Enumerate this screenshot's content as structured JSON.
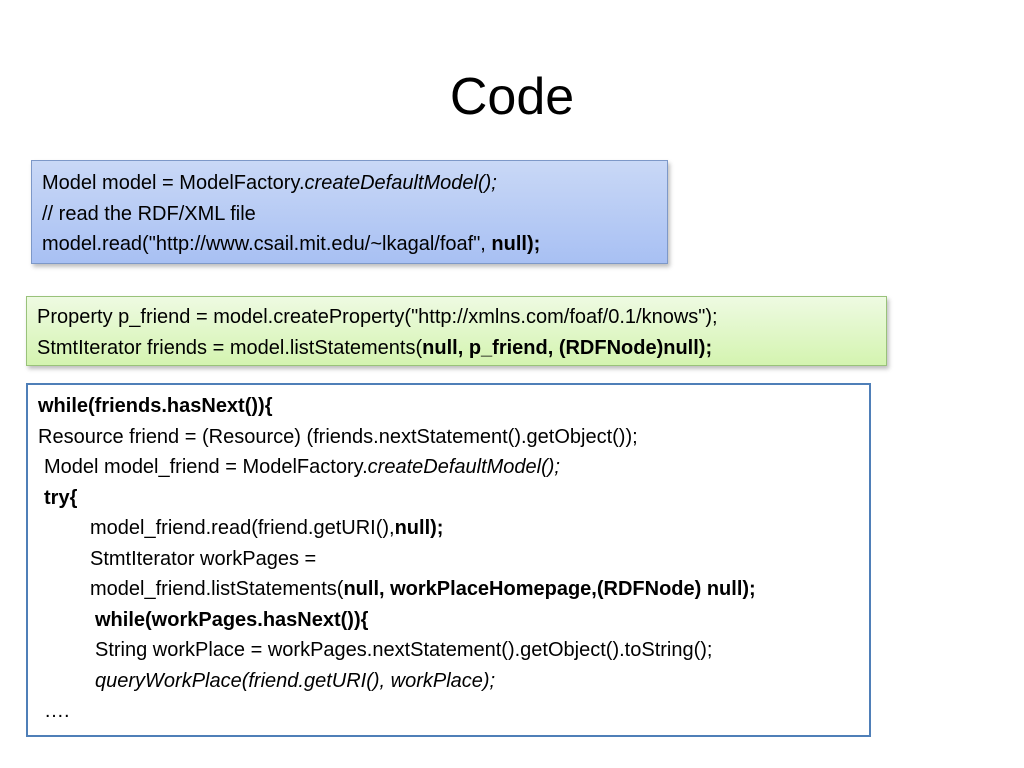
{
  "slide": {
    "title": "Code"
  },
  "box1": {
    "l1_a": "Model model = ModelFactory.",
    "l1_b": "createDefaultModel();",
    "l2": "// read the RDF/XML file",
    "l3_a": "model.read(\"http://www.csail.mit.edu/~lkagal/foaf\", ",
    "l3_b": "null);"
  },
  "box2": {
    "l1": "Property p_friend = model.createProperty(\"http://xmlns.com/foaf/0.1/knows\");",
    "l2_a": "StmtIterator friends = model.listStatements(",
    "l2_b": "null, p_friend, (RDFNode)null);"
  },
  "box3": {
    "l1": "while(friends.hasNext()){",
    "l2": "Resource friend = (Resource) (friends.nextStatement().getObject());",
    "l3_a": "Model model_friend = ModelFactory.",
    "l3_b": "createDefaultModel();",
    "l4": "try{",
    "l5_a": "model_friend.read(friend.getURI(),",
    "l5_b": "null);",
    "l6": "StmtIterator workPages =",
    "l7_a": "model_friend.listStatements(",
    "l7_b": "null, workPlaceHomepage,(RDFNode) null);",
    "l8": "while(workPages.hasNext()){",
    "l9": "String workPlace = workPages.nextStatement().getObject().toString();",
    "l10": "queryWorkPlace(friend.getURI(), workPlace);",
    "l11": "…."
  }
}
